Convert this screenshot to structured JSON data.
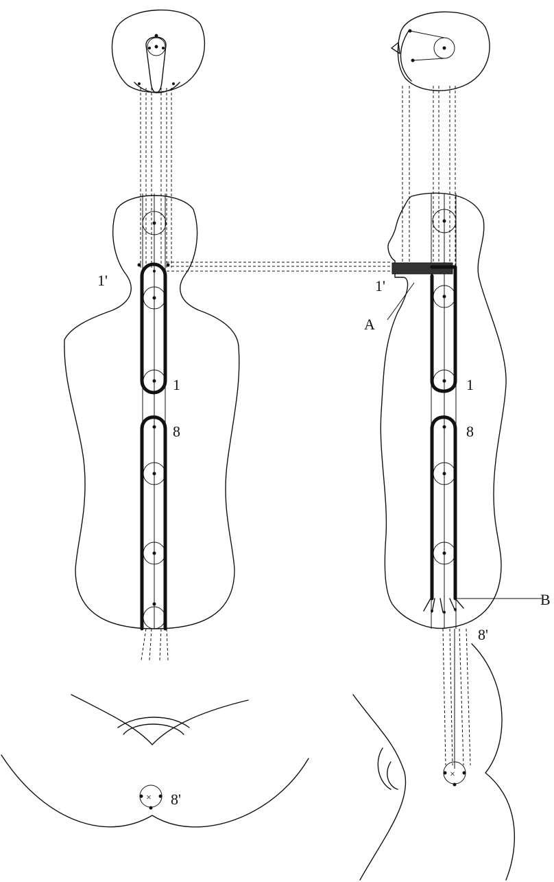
{
  "labels": {
    "front_1prime": "1'",
    "front_1": "1",
    "front_8": "8",
    "front_8prime": "8'",
    "side_1prime": "1'",
    "side_1": "1",
    "side_8": "8",
    "side_8prime": "8'",
    "side_A": "A",
    "side_B": "B"
  }
}
